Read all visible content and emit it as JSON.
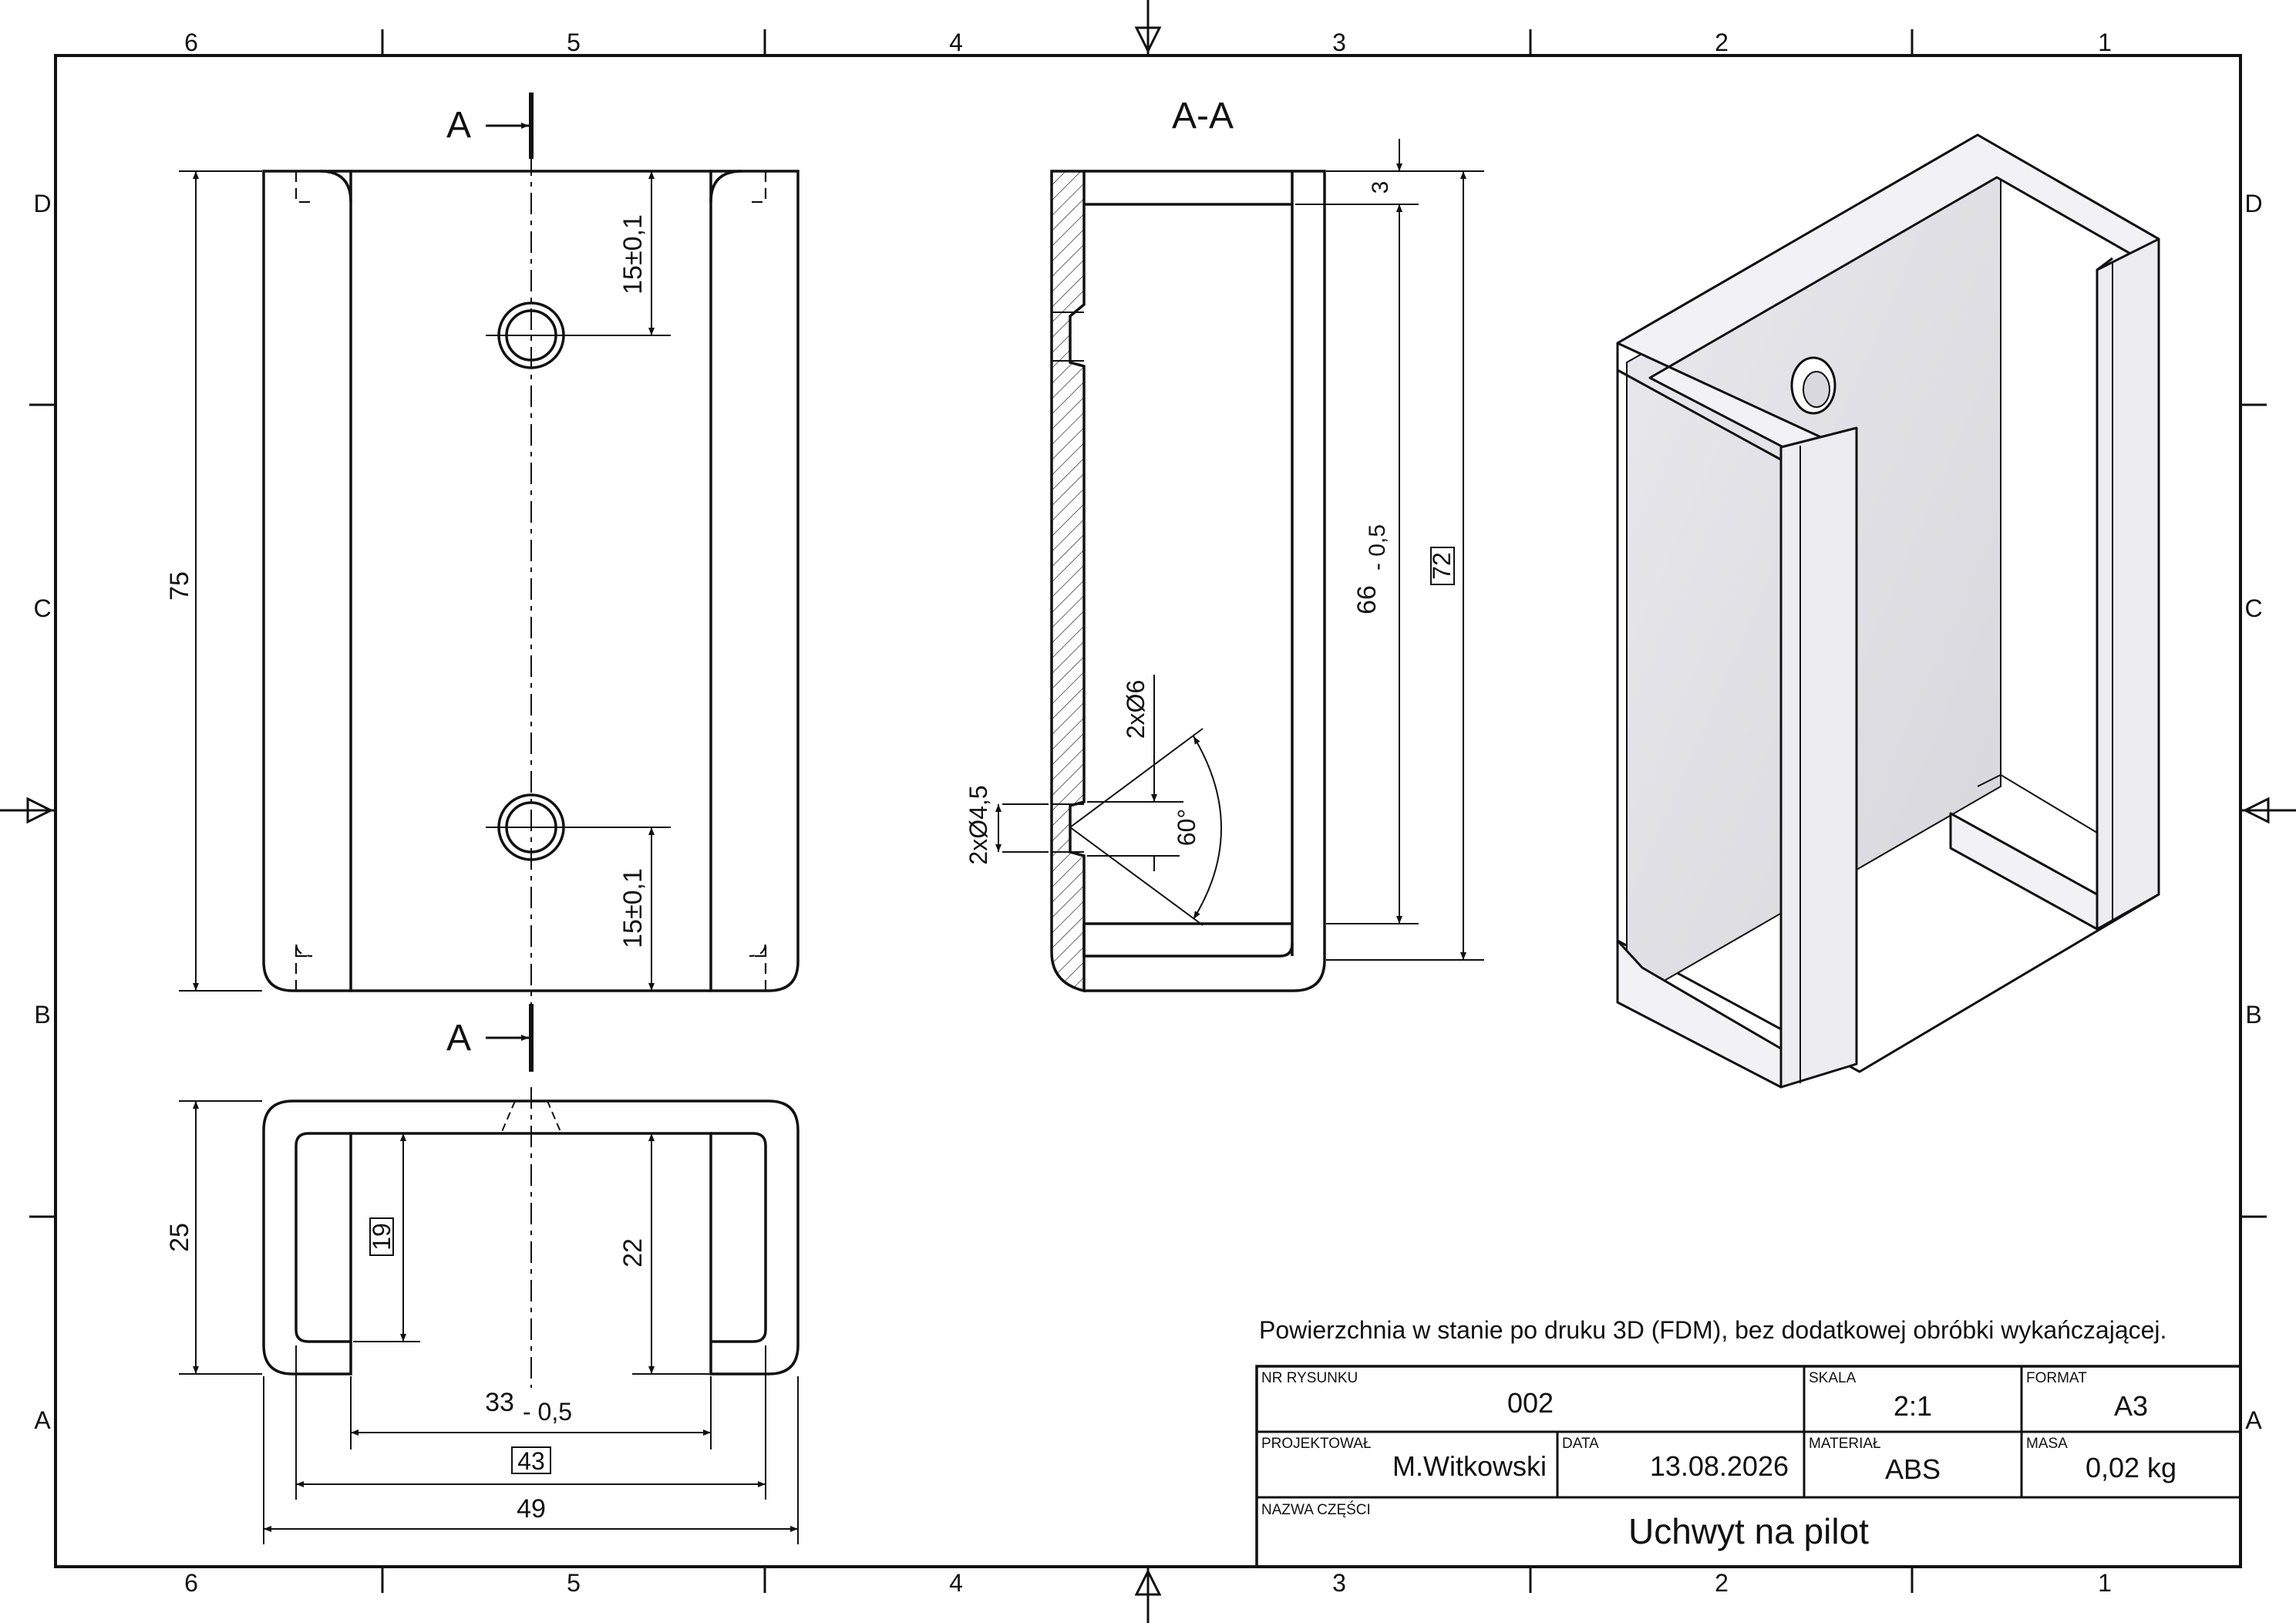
{
  "frame": {
    "columns": [
      "6",
      "5",
      "4",
      "3",
      "2",
      "1"
    ],
    "rows": [
      "D",
      "C",
      "B",
      "A"
    ]
  },
  "views": {
    "section_marker": "A",
    "section_title": "A-A"
  },
  "dimensions": {
    "height_75": "75",
    "hole_top_15": "15±0,1",
    "hole_bottom_15": "15±0,1",
    "wall_3": "3",
    "height_66": "66",
    "height_66_tol": "- 0,5",
    "height_72_ref": "72",
    "dia_6": "2xØ6",
    "dia_4_5": "2xØ4,5",
    "angle_60": "60°",
    "depth_25": "25",
    "depth_19_ref": "19",
    "depth_22": "22",
    "width_33": "33",
    "width_33_tol": "- 0,5",
    "width_43_ref": "43",
    "width_49": "49"
  },
  "note": "Powierzchnia w stanie po druku 3D (FDM), bez dodatkowej obróbki wykańczającej.",
  "title_block": {
    "drawing_no_label": "NR RYSUNKU",
    "drawing_no": "002",
    "scale_label": "SKALA",
    "scale": "2:1",
    "format_label": "FORMAT",
    "format": "A3",
    "designer_label": "PROJEKTOWAŁ",
    "designer": "M.Witkowski",
    "date_label": "DATA",
    "date": "13.08.2026",
    "material_label": "MATERIAŁ",
    "material": "ABS",
    "mass_label": "MASA",
    "mass": "0,02 kg",
    "part_name_label": "NAZWA CZĘŚCI",
    "part_name": "Uchwyt na pilot"
  }
}
